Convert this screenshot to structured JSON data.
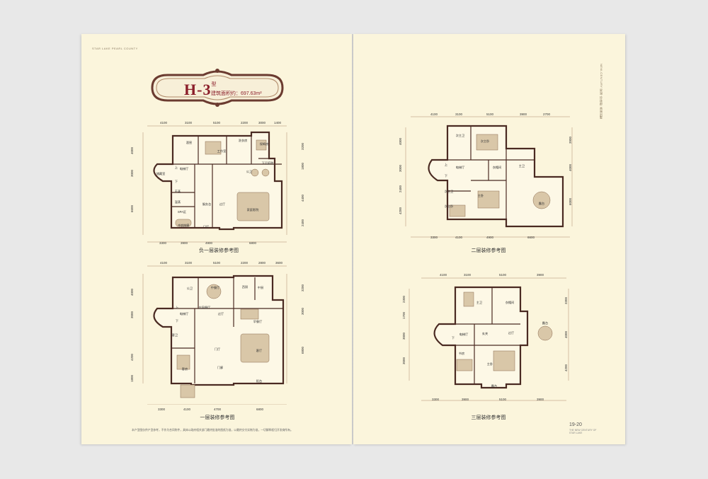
{
  "header": {
    "running_title": "STAR LAKE PEARL COUNTY",
    "running_title_right": "NEW-CENTURY 星湖·珍珠郡 高端别墅"
  },
  "plaque": {
    "type": "H-3",
    "type_suffix": "型",
    "area_label": "建筑面积约：697.63m²"
  },
  "plans": {
    "b1": {
      "caption": "负一层装修参考图",
      "top_dims": [
        "4100",
        "3100",
        "5100",
        "2200",
        "3000",
        "1400"
      ],
      "bottom_dims": [
        "3300",
        "3900",
        "4900",
        "6800"
      ],
      "left_dims": [
        "4000",
        "3000",
        "6600"
      ],
      "right_dims": [
        "3200",
        "1800",
        "4400",
        "2400"
      ],
      "rooms": [
        "酒窖",
        "工作室",
        "洗衣房",
        "保姆房",
        "下沉庭院",
        "电梯厅",
        "储藏室",
        "公卫",
        "干蒸",
        "湿蒸",
        "SPA区",
        "冲浪按摩",
        "服务台",
        "过厅",
        "家庭影院",
        "门厅",
        "上",
        "下"
      ]
    },
    "f1": {
      "caption": "一层装修参考图",
      "top_dims": [
        "4100",
        "3100",
        "5100",
        "2200",
        "2800",
        "3600"
      ],
      "bottom_dims": [
        "3300",
        "4100",
        "4700",
        "6800"
      ],
      "left_dims": [
        "4000",
        "3000",
        "4200",
        "1800"
      ],
      "right_dims": [
        "3200",
        "3000",
        "6800"
      ],
      "rooms": [
        "公卫",
        "中餐厅",
        "西厨",
        "中厨",
        "电梯厅",
        "庄园餐厅",
        "过厅",
        "早餐厅",
        "客卫",
        "客厅",
        "门厅",
        "客房",
        "门廊",
        "阳台",
        "上",
        "下"
      ]
    },
    "f2": {
      "caption": "二层装修参考图",
      "top_dims": [
        "4100",
        "3100",
        "5100",
        "3900",
        "2700"
      ],
      "bottom_dims": [
        "3300",
        "4100",
        "4900",
        "6600"
      ],
      "left_dims": [
        "4000",
        "3000",
        "2400",
        "4200"
      ],
      "right_dims": [
        "3900",
        "4000",
        "6000"
      ],
      "rooms": [
        "次主卫",
        "次主卧",
        "电梯厅",
        "衣帽间",
        "主卫",
        "次主卫",
        "主卧",
        "露台",
        "次主卧",
        "上",
        "下"
      ]
    },
    "f3": {
      "caption": "三层装修参考图",
      "top_dims": [
        "4100",
        "3100",
        "5100",
        "3900"
      ],
      "bottom_dims": [
        "3300",
        "3900",
        "5100",
        "3900"
      ],
      "left_dims": [
        "2300",
        "1700",
        "3000",
        "3000"
      ],
      "right_dims": [
        "3300",
        "4000",
        "4200"
      ],
      "rooms": [
        "主卫",
        "衣帽间",
        "电梯厅",
        "玄关",
        "过厅",
        "露台",
        "书房",
        "主卧",
        "露台",
        "下"
      ]
    }
  },
  "footer": {
    "note": "本户型图仅供户型参考，不作为合同附件，具体以政府相关部门最终批准的图纸为准，以最终交付实物为准，一切解释权归开发商所有。",
    "page_number": "19-20",
    "page_sub": "THE NEW CENTURY OF STAR LAKE"
  },
  "colors": {
    "paper": "#fbf5dc",
    "wall": "#4a2a22",
    "accent": "#8b1e2a",
    "stroke": "#b08a6a"
  }
}
